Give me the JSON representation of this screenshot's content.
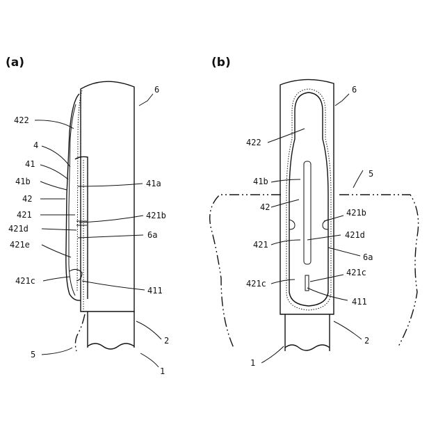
{
  "panels": {
    "a": {
      "label": "(a)"
    },
    "b": {
      "label": "(b)"
    }
  },
  "labels_a": {
    "l422": "422",
    "l4": "4",
    "l41": "41",
    "l41b": "41b",
    "l42": "42",
    "l421": "421",
    "l421d": "421d",
    "l421e": "421e",
    "l421c": "421c",
    "l6": "6",
    "l41a": "41a",
    "l421b": "421b",
    "l6a": "6a",
    "l411": "411",
    "l2": "2",
    "l5": "5",
    "l1": "1"
  },
  "labels_b": {
    "l6": "6",
    "l422": "422",
    "l41b": "41b",
    "l5": "5",
    "l42": "42",
    "l421b": "421b",
    "l421d": "421d",
    "l421": "421",
    "l6a": "6a",
    "l421c_r": "421c",
    "l421c_l": "421c",
    "l411": "411",
    "l2": "2",
    "l1": "1"
  }
}
